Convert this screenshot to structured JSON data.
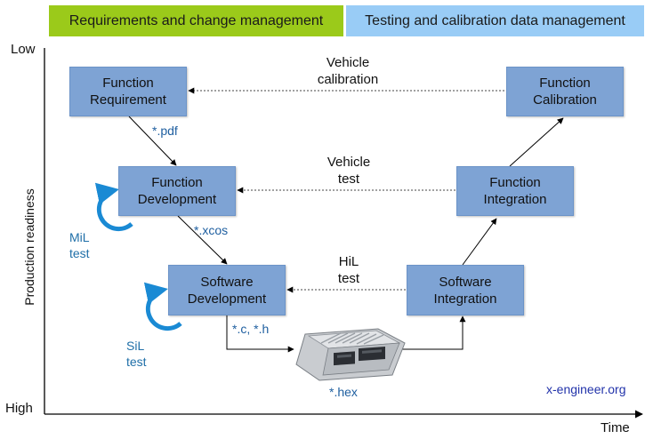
{
  "banners": {
    "left": "Requirements and change management",
    "right": "Testing and calibration data management"
  },
  "axes": {
    "y_top": "Low",
    "y_bottom": "High",
    "y_title": "Production readiness",
    "x_title": "Time"
  },
  "boxes": {
    "function_requirement": "Function\nRequirement",
    "function_development": "Function\nDevelopment",
    "software_development": "Software\nDevelopment",
    "function_calibration": "Function\nCalibration",
    "function_integration": "Function\nIntegration",
    "software_integration": "Software\nIntegration"
  },
  "links": {
    "vehicle_calibration": "Vehicle\ncalibration",
    "vehicle_test": "Vehicle\ntest",
    "hil_test": "HiL\ntest"
  },
  "files": {
    "pdf": "*.pdf",
    "xcos": "*.xcos",
    "c_h": "*.c, *.h",
    "hex": "*.hex"
  },
  "loops": {
    "mil": "MiL\ntest",
    "sil": "SiL\ntest"
  },
  "brand": "x-engineer.org",
  "colors": {
    "box_fill": "#7ea3d4",
    "banner_left": "#9bca1a",
    "banner_right": "#99ccf6",
    "loop_arrow": "#1a8ad4"
  }
}
